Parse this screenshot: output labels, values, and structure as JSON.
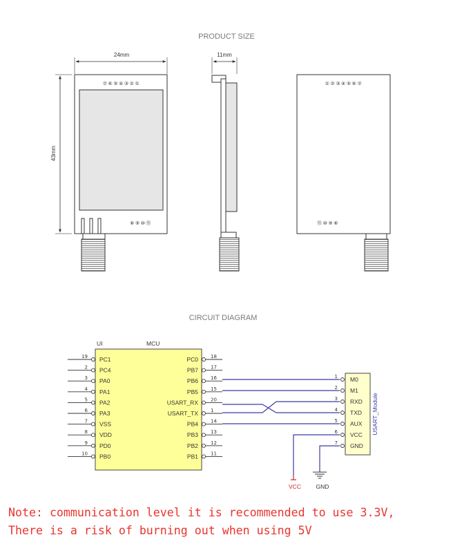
{
  "product_size": {
    "title": "PRODUCT SIZE",
    "width_label": "24mm",
    "thickness_label": "11mm",
    "height_label": "43mm",
    "front_top_pins": [
      "⑦",
      "⑥",
      "⑤",
      "④",
      "③",
      "②",
      "①"
    ],
    "front_bottom_pins": [
      "⑧",
      "⑨",
      "⑩",
      "⑪"
    ],
    "back_top_pins": [
      "①",
      "②",
      "③",
      "④",
      "⑤",
      "⑥",
      "⑦"
    ],
    "back_bottom_pins": [
      "⑪",
      "⑩",
      "⑨",
      "⑧"
    ]
  },
  "circuit": {
    "title": "CIRCUIT DIAGRAM",
    "ui_label": "UI",
    "mcu_label": "MCU",
    "module_label": "USART_Module",
    "vcc_label": "VCC",
    "gnd_label": "GND",
    "mcu_left_pins": [
      {
        "num": "19",
        "name": "PC1"
      },
      {
        "num": "2",
        "name": "PC4"
      },
      {
        "num": "3",
        "name": "PA0"
      },
      {
        "num": "4",
        "name": "PA1"
      },
      {
        "num": "5",
        "name": "PA2"
      },
      {
        "num": "6",
        "name": "PA3"
      },
      {
        "num": "7",
        "name": "VSS"
      },
      {
        "num": "8",
        "name": "VDD"
      },
      {
        "num": "9",
        "name": "PD0"
      },
      {
        "num": "10",
        "name": "PB0"
      }
    ],
    "mcu_right_pins": [
      {
        "num": "18",
        "name": "PC0"
      },
      {
        "num": "17",
        "name": "PB7"
      },
      {
        "num": "16",
        "name": "PB6"
      },
      {
        "num": "15",
        "name": "PB5"
      },
      {
        "num": "20",
        "name": "USART_RX"
      },
      {
        "num": "1",
        "name": "USART_TX"
      },
      {
        "num": "14",
        "name": "PB4"
      },
      {
        "num": "13",
        "name": "PB3"
      },
      {
        "num": "12",
        "name": "PB2"
      },
      {
        "num": "11",
        "name": "PB1"
      }
    ],
    "module_pins": [
      {
        "num": "1",
        "name": "M0"
      },
      {
        "num": "2",
        "name": "M1"
      },
      {
        "num": "3",
        "name": "RXD"
      },
      {
        "num": "4",
        "name": "TXD"
      },
      {
        "num": "5",
        "name": "AUX"
      },
      {
        "num": "6",
        "name": "VCC"
      },
      {
        "num": "7",
        "name": "GND"
      }
    ],
    "colors": {
      "mcu_fill": "#ffff99",
      "module_fill": "#ffffcc",
      "wire": "#3b3ba8",
      "vcc": "#c62828"
    }
  },
  "note": {
    "line1": "Note: communication level  it is recommended to use 3.3V,",
    "line2": "There is a risk of burning out when using 5V",
    "color": "#e8352e"
  }
}
